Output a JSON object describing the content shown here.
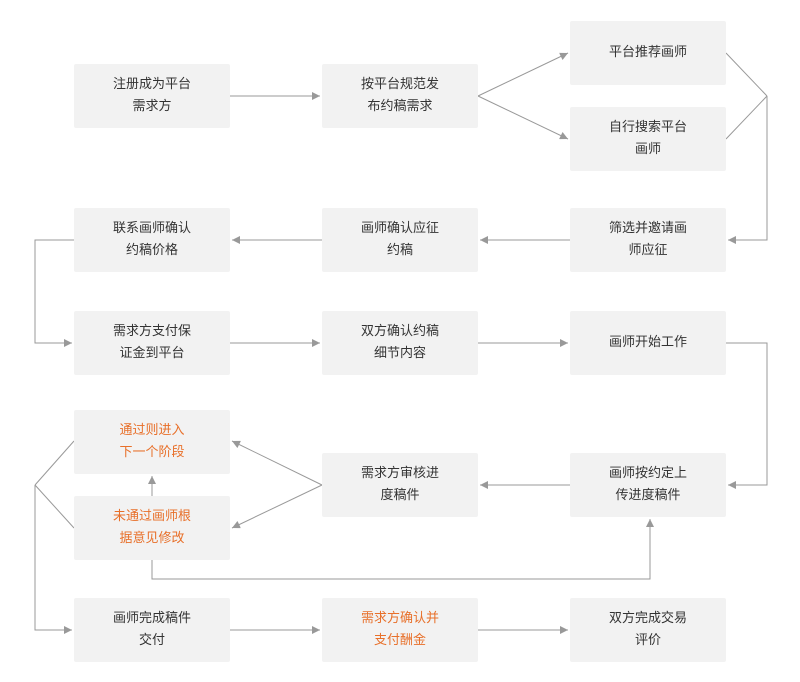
{
  "colors": {
    "box_fill": "#f2f2f2",
    "text": "#333333",
    "highlight": "#e8702a",
    "connector": "#999999"
  },
  "nodes": {
    "register": {
      "lines": [
        "注册成为平台",
        "需求方"
      ]
    },
    "publish": {
      "lines": [
        "按平台规范发",
        "布约稿需求"
      ]
    },
    "recommend": {
      "lines": [
        "平台推荐画师"
      ]
    },
    "search": {
      "lines": [
        "自行搜索平台",
        "画师"
      ]
    },
    "screen": {
      "lines": [
        "筛选并邀请画",
        "师应征"
      ]
    },
    "confirm_apply": {
      "lines": [
        "画师确认应征",
        "约稿"
      ]
    },
    "contact": {
      "lines": [
        "联系画师确认",
        "约稿价格"
      ]
    },
    "deposit": {
      "lines": [
        "需求方支付保",
        "证金到平台"
      ]
    },
    "confirm_details": {
      "lines": [
        "双方确认约稿",
        "细节内容"
      ]
    },
    "start_work": {
      "lines": [
        "画师开始工作"
      ]
    },
    "upload": {
      "lines": [
        "画师按约定上",
        "传进度稿件"
      ]
    },
    "review": {
      "lines": [
        "需求方审核进",
        "度稿件"
      ]
    },
    "pass": {
      "lines": [
        "通过则进入",
        "下一个阶段"
      ]
    },
    "fail": {
      "lines": [
        "未通过画师根",
        "据意见修改"
      ]
    },
    "deliver": {
      "lines": [
        "画师完成稿件",
        "交付"
      ]
    },
    "pay": {
      "lines": [
        "需求方确认并",
        "支付酬金"
      ]
    },
    "rate": {
      "lines": [
        "双方完成交易",
        "评价"
      ]
    }
  }
}
